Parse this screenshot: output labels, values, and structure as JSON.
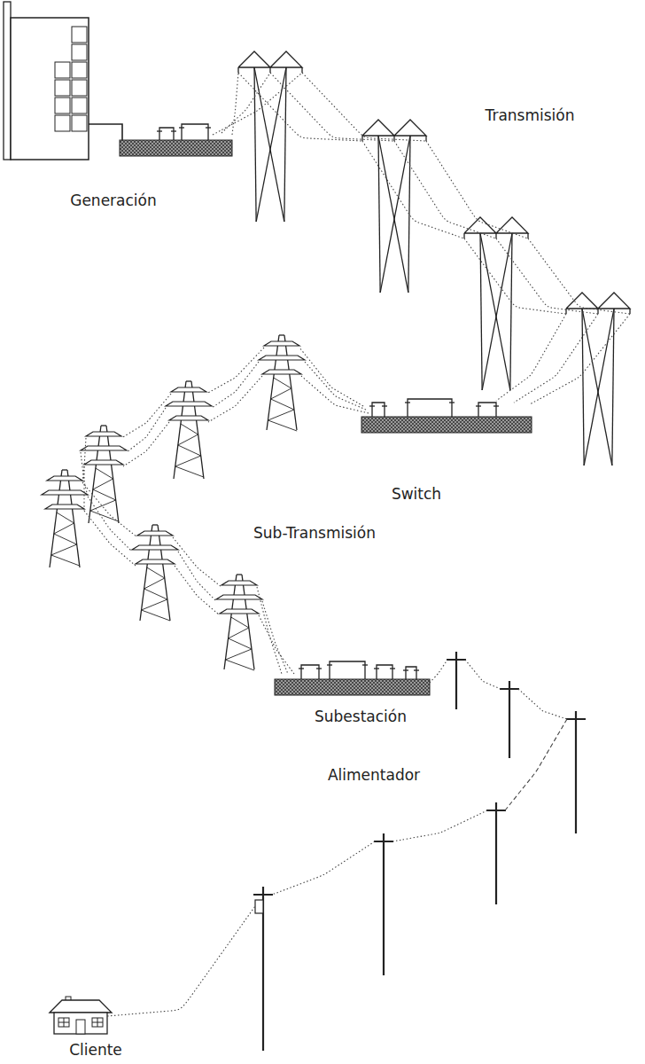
{
  "diagram": {
    "labels": [
      "Transmisión",
      "Generación",
      "Switch",
      "Sub-Transmisión",
      "Subestación",
      "Alimentador",
      "Cliente"
    ]
  }
}
